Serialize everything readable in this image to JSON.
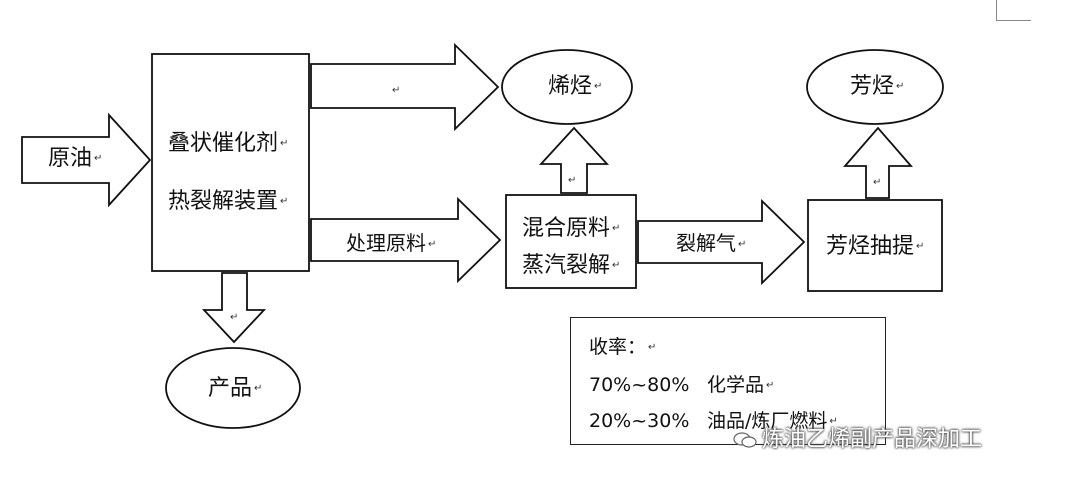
{
  "nodes": {
    "crude_oil": "原油",
    "cracker_line1": "叠状催化剂",
    "cracker_line2": "热裂解装置",
    "olefins": "烯烃",
    "aromatics": "芳烃",
    "mixed_line1": "混合原料",
    "mixed_line2": "蒸汽裂解",
    "aromatics_extraction": "芳烃抽提",
    "products": "产品"
  },
  "edges": {
    "to_mixed": "处理原料",
    "cracked_gas": "裂解气",
    "to_olefins": ""
  },
  "yield": {
    "title": "收率：",
    "rows": [
      {
        "percent": "70%~80%",
        "label": "化学品"
      },
      {
        "percent": "20%~30%",
        "label": "油品/炼厂燃料"
      }
    ]
  },
  "watermark": "炼油乙烯副产品深加工",
  "paragraph_mark": "↵"
}
